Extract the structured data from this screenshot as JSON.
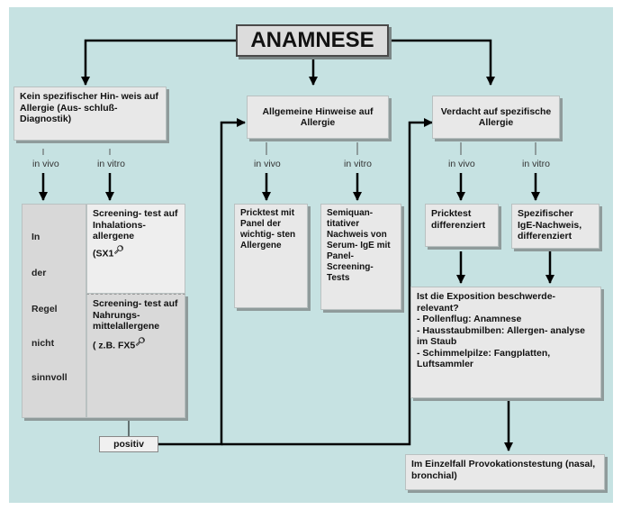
{
  "root": {
    "title": "ANAMNESE"
  },
  "col1": {
    "header": "Kein spezifischer Hin- weis auf Allergie (Aus- schluß-Diagnostik)",
    "in_vivo": "in vivo",
    "in_vitro": "in vitro",
    "sinnvoll": [
      "In",
      "der",
      "Regel",
      "nicht",
      "sinnvoll"
    ],
    "screening1": "Screening- test auf Inhalations- allergene",
    "screening1_code": "(SX1",
    "screening2": "Screening- test auf Nahrungs- mittelallergene",
    "screening2_code": "( z.B. FX5",
    "positiv": "positiv"
  },
  "col2": {
    "header": "Allgemeine Hinweise auf Allergie",
    "in_vivo": "in vivo",
    "in_vitro": "in vitro",
    "pricktest": "Pricktest mit Panel der wichtig- sten Allergene",
    "semiquant": "Semiquan- titativer Nachweis von Serum- IgE mit Panel- Screening- Tests"
  },
  "col3": {
    "header": "Verdacht auf spezifische Allergie",
    "in_vivo": "in vivo",
    "in_vitro": "in vitro",
    "pricktest": "Pricktest differenziert",
    "spezifisch": "Spezifischer IgE-Nachweis, differenziert",
    "exposition": {
      "title": "Ist die Exposition beschwerde- relevant?",
      "items": [
        "- Pollenflug: Anamnese",
        "- Hausstaubmilben: Allergen- analyse im Staub",
        "- Schimmelpilze: Fangplatten, Luftsammler"
      ]
    },
    "provokation": "Im Einzelfall Provokationstestung (nasal, bronchial)"
  },
  "icons": {
    "search": "magnifier-icon"
  },
  "colors": {
    "background": "#c6e2e2",
    "box": "#e8e8e8",
    "line": "#000000"
  }
}
